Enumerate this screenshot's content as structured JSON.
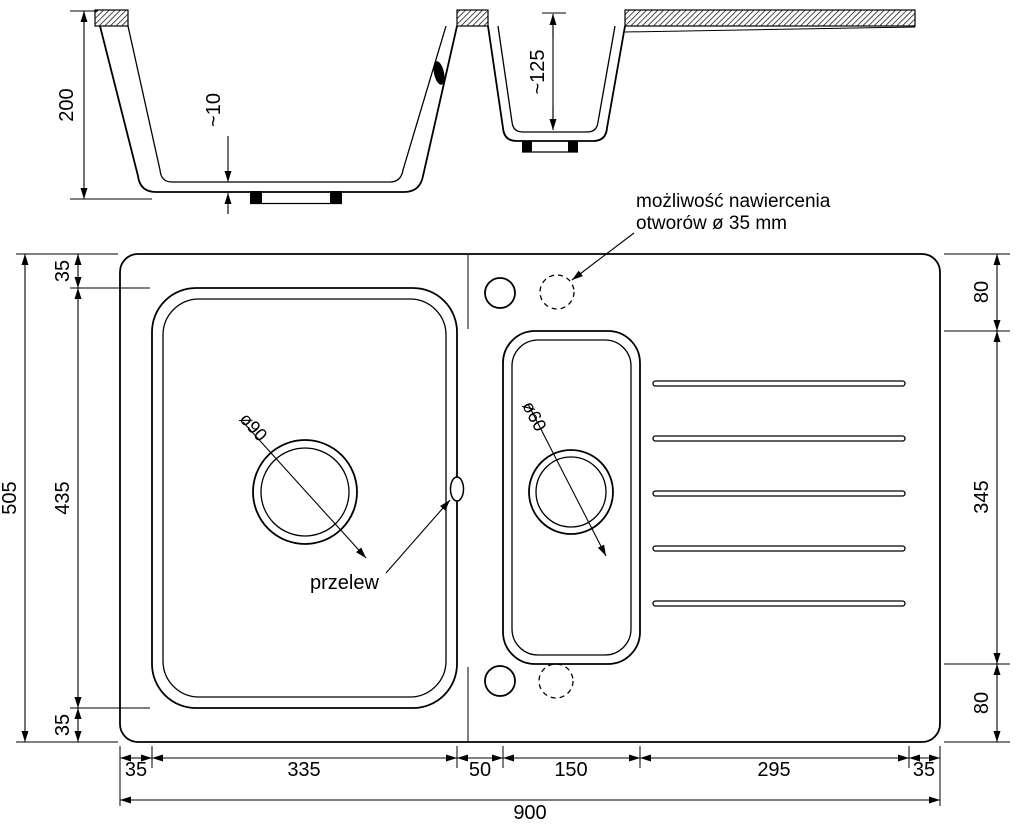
{
  "drawing": {
    "name": "sink-technical-drawing",
    "colors": {
      "line": "#000000",
      "background": "#ffffff"
    }
  },
  "section_view": {
    "depth_total": "200",
    "bottom_thickness": "~10",
    "small_bowl_depth": "~125"
  },
  "plan_view": {
    "drill_note_line1": "możliwość nawiercenia",
    "drill_note_line2": "otworów ø 35 mm",
    "overflow_label": "przelew",
    "large_drain_diameter": "ø90",
    "small_drain_diameter": "ø60",
    "overall_width": "900",
    "overall_depth": "505",
    "left_chain": [
      "35",
      "435",
      "35"
    ],
    "right_chain": [
      "80",
      "345",
      "80"
    ],
    "bottom_chain": [
      "35",
      "335",
      "50",
      "150",
      "295",
      "35"
    ]
  }
}
